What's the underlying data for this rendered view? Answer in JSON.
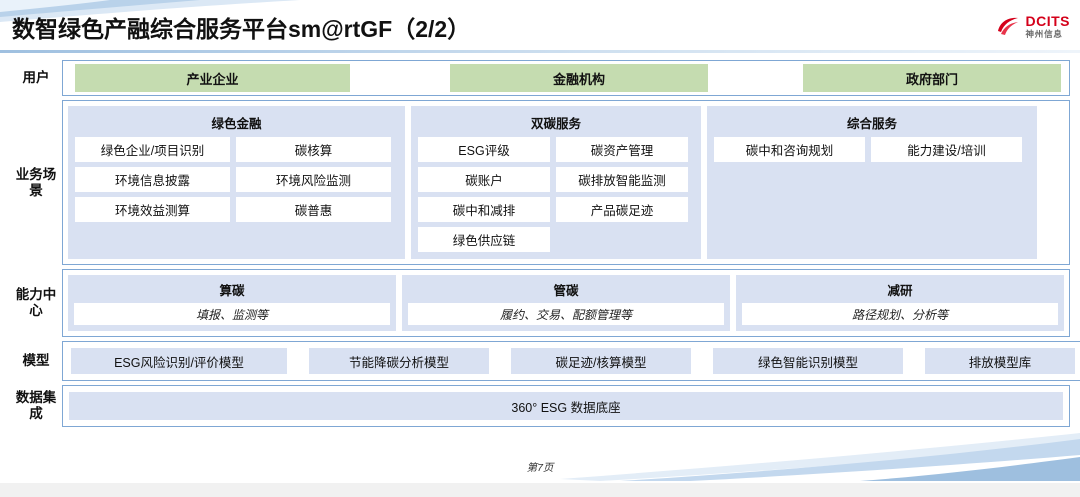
{
  "header": {
    "title": "数智绿色产融综合服务平台sm@rtGF（2/2）",
    "logo_en": "DCITS",
    "logo_cn": "神州信息"
  },
  "colors": {
    "user_box_green": "#c5dcb0",
    "panel_blue": "#d9e1f2",
    "border_blue": "#7fa7d4",
    "logo_red": "#d4001a"
  },
  "rows": {
    "user": {
      "label": "用户",
      "items": [
        "产业企业",
        "金融机构",
        "政府部门"
      ]
    },
    "scenario": {
      "label": "业务场景",
      "groups": [
        {
          "title": "绿色金融",
          "items": [
            "绿色企业/项目识别",
            "碳核算",
            "环境信息披露",
            "环境风险监测",
            "环境效益测算",
            "碳普惠"
          ]
        },
        {
          "title": "双碳服务",
          "items": [
            "ESG评级",
            "碳资产管理",
            "碳账户",
            "碳排放智能监测",
            "碳中和减排",
            "产品碳足迹",
            "绿色供应链"
          ]
        },
        {
          "title": "综合服务",
          "items": [
            "碳中和咨询规划",
            "能力建设/培训"
          ]
        }
      ]
    },
    "capability": {
      "label": "能力中心",
      "groups": [
        {
          "title": "算碳",
          "subtitle": "填报、监测等"
        },
        {
          "title": "管碳",
          "subtitle": "履约、交易、配额管理等"
        },
        {
          "title": "减研",
          "subtitle": "路径规划、分析等"
        }
      ]
    },
    "model": {
      "label": "模型",
      "items": [
        "ESG风险识别/评价模型",
        "节能降碳分析模型",
        "碳足迹/核算模型",
        "绿色智能识别模型",
        "排放模型库"
      ]
    },
    "data": {
      "label": "数据集成",
      "items": [
        "360° ESG 数据底座"
      ]
    }
  },
  "footer": {
    "page": "第7页"
  }
}
